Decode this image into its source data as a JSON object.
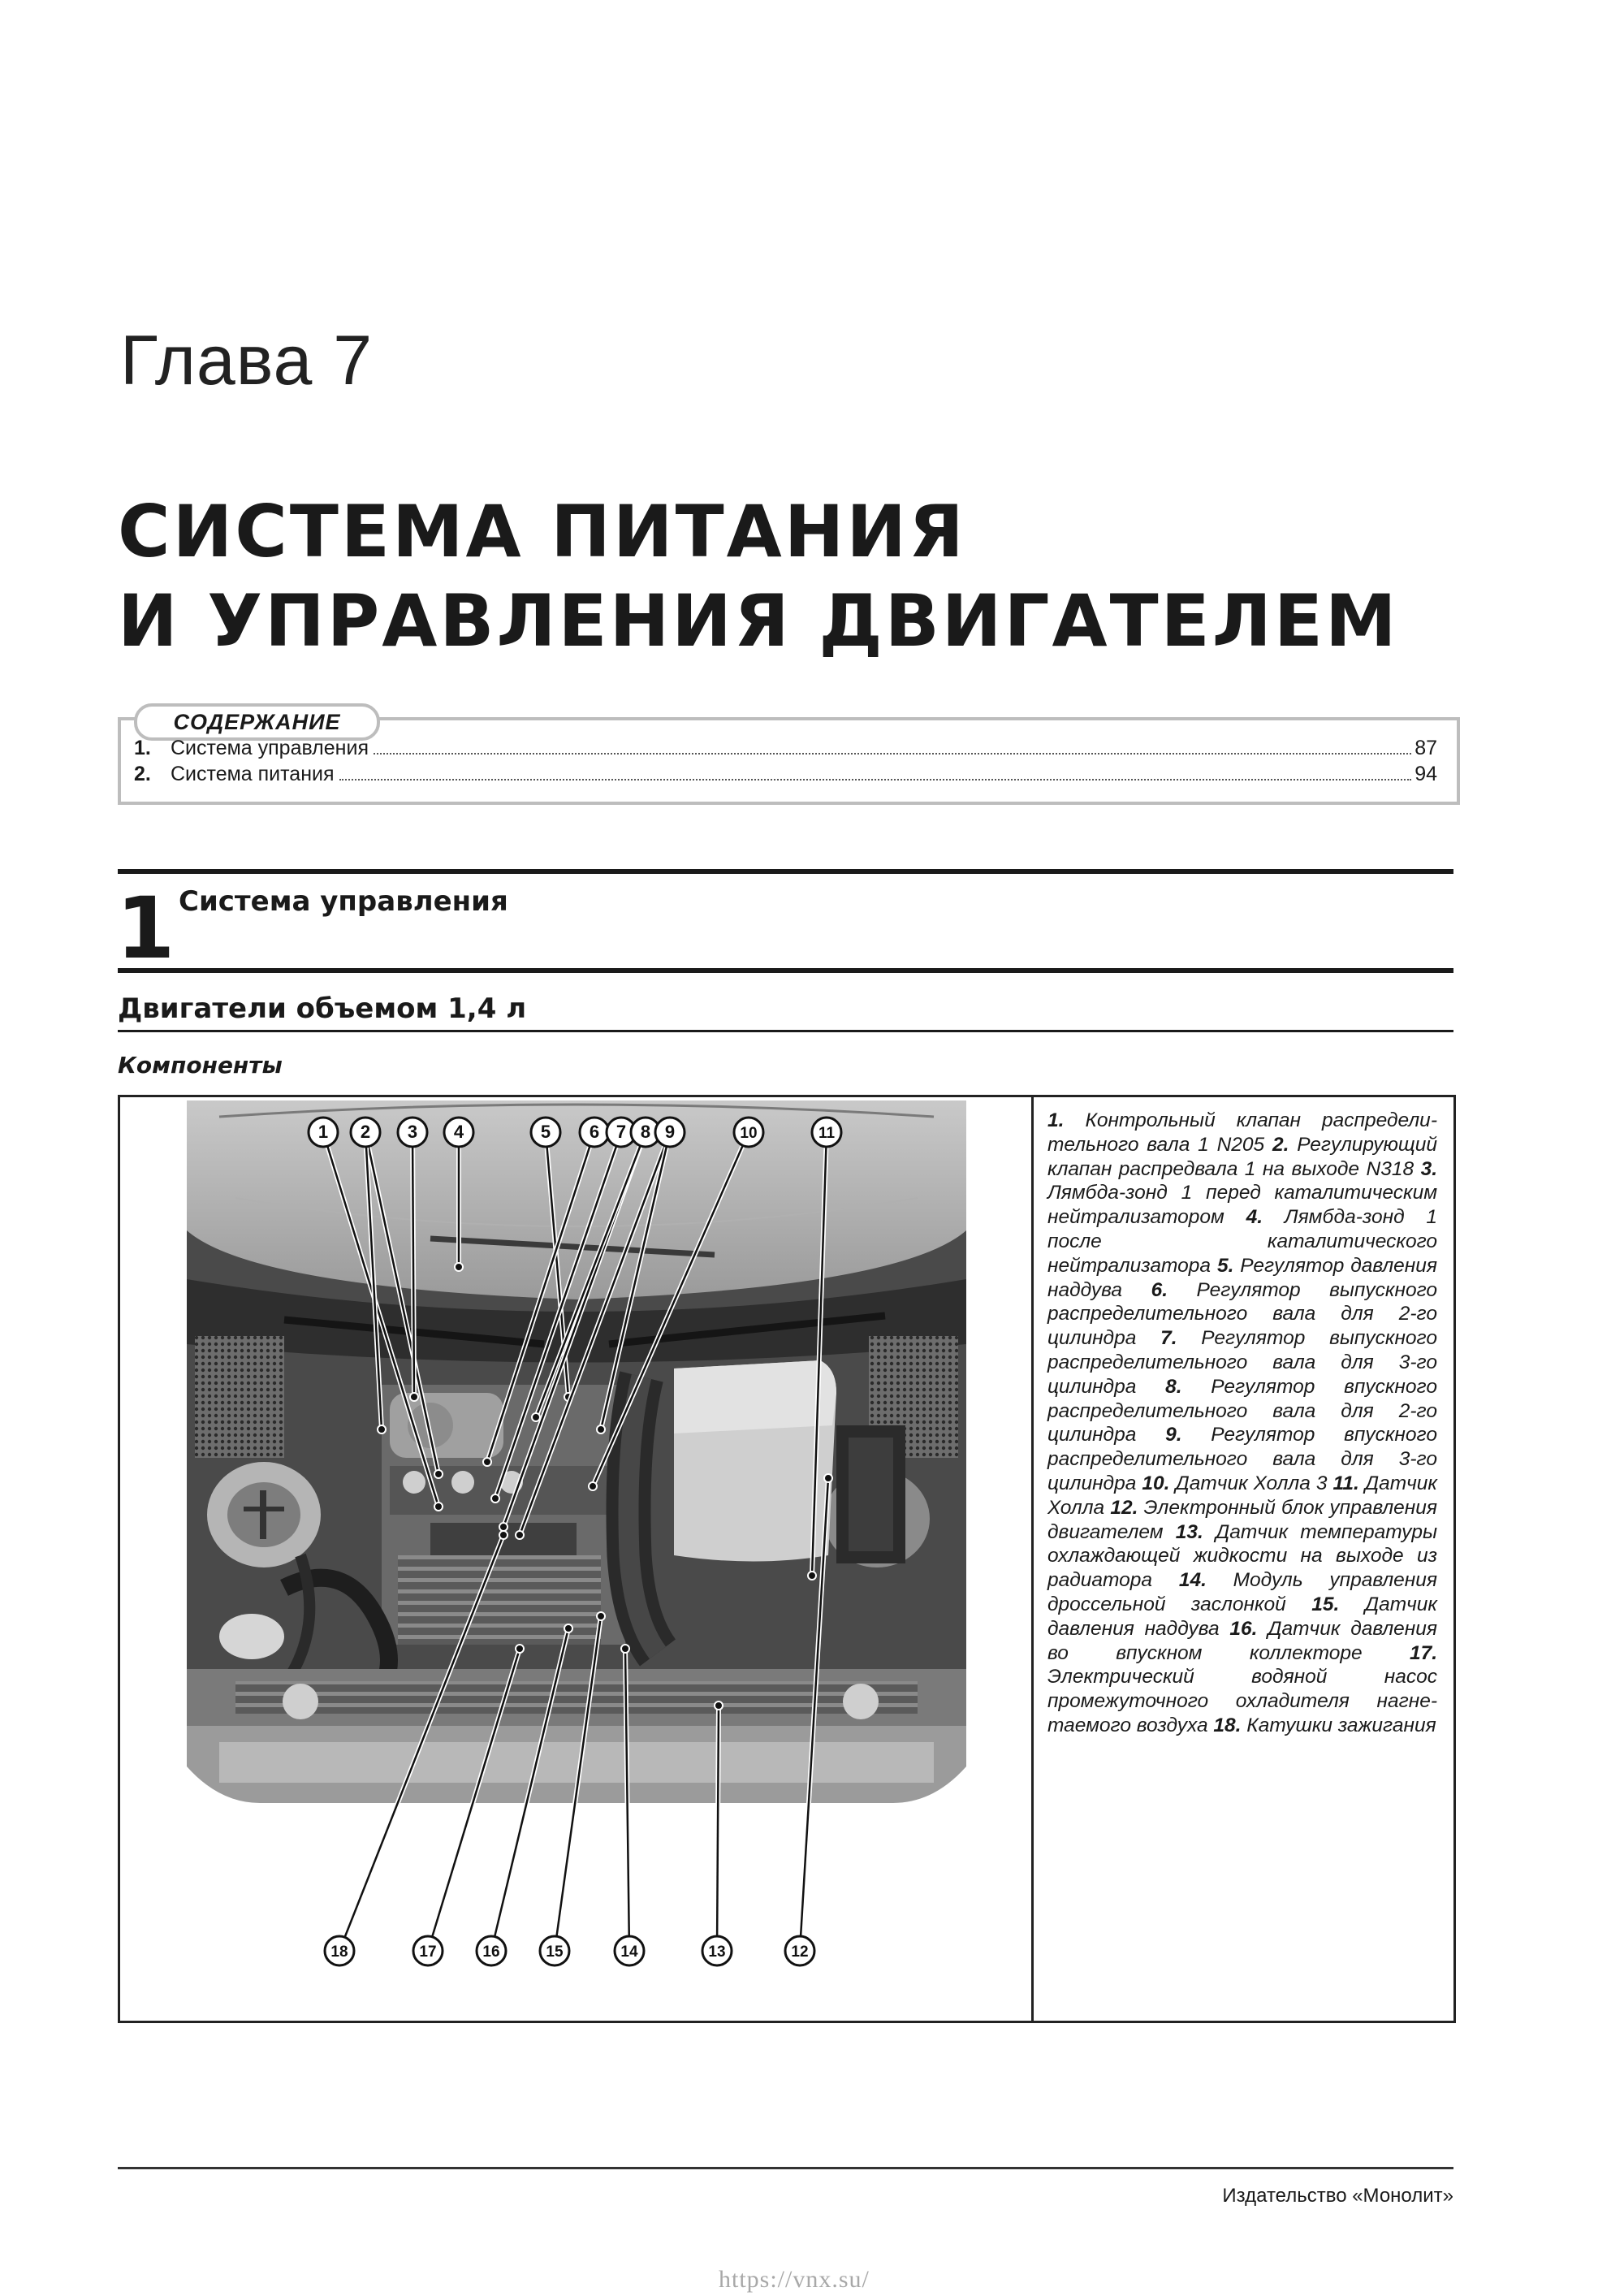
{
  "chapter": {
    "label": "Глава 7",
    "title_lines": [
      "СИСТЕМА ПИТАНИЯ",
      "И УПРАВЛЕНИЯ ДВИГАТЕЛЕМ"
    ]
  },
  "toc": {
    "heading": "СОДЕРЖАНИЕ",
    "items": [
      {
        "num": "1.",
        "title": "Система управления",
        "page": "87"
      },
      {
        "num": "2.",
        "title": "Система питания",
        "page": "94"
      }
    ]
  },
  "section": {
    "number": "1",
    "title": "Система управления",
    "subtitle": "Двигатели объемом 1,4 л",
    "components_label": "Компоненты"
  },
  "figure": {
    "callout_numbers": [
      "1",
      "2",
      "3",
      "4",
      "5",
      "6",
      "7",
      "8",
      "9",
      "10",
      "11",
      "12",
      "13",
      "14",
      "15",
      "16",
      "17",
      "18"
    ],
    "caption": [
      {
        "n": "1.",
        "t": "Контрольный клапан распредели­тельного вала 1 N205"
      },
      {
        "n": "2.",
        "t": "Регулиру­ющий клапан распредвала 1 на вы­ходе N318"
      },
      {
        "n": "3.",
        "t": "Лямбда-зонд 1 перед каталитическим нейтрализатором"
      },
      {
        "n": "4.",
        "t": "Лямбда-зонд 1 после каталити­ческого нейтрализатора"
      },
      {
        "n": "5.",
        "t": "Регуля­тор давления наддува"
      },
      {
        "n": "6.",
        "t": "Регулятор выпускного распределительного вала для 2-го цилиндра"
      },
      {
        "n": "7.",
        "t": "Регулятор выпускного распределительного вала для 3-го цилиндра"
      },
      {
        "n": "8.",
        "t": "Регуля­тор впускного распределительного вала для 2-го цилиндра"
      },
      {
        "n": "9.",
        "t": "Регуля­тор впускного распределительного вала для 3-го цилиндра"
      },
      {
        "n": "10.",
        "t": "Датчик Холла 3"
      },
      {
        "n": "11.",
        "t": "Датчик Холла"
      },
      {
        "n": "12.",
        "t": "Элек­тронный блок управления двига­телем"
      },
      {
        "n": "13.",
        "t": "Датчик температуры ох­лаждающей жидкости на выходе из радиатора"
      },
      {
        "n": "14.",
        "t": "Модуль управления дроссельной заслонкой"
      },
      {
        "n": "15.",
        "t": "Дат­чик давления наддува"
      },
      {
        "n": "16.",
        "t": "Датчик давления во впускном коллекторе"
      },
      {
        "n": "17.",
        "t": "Электрический водяной насос промежуточного охладителя нагне­таемого воздуха"
      },
      {
        "n": "18.",
        "t": "Катушки зажи­гания"
      }
    ]
  },
  "footer": {
    "publisher": "Издательство «Монолит»",
    "watermark": "https://vnx.su/"
  }
}
